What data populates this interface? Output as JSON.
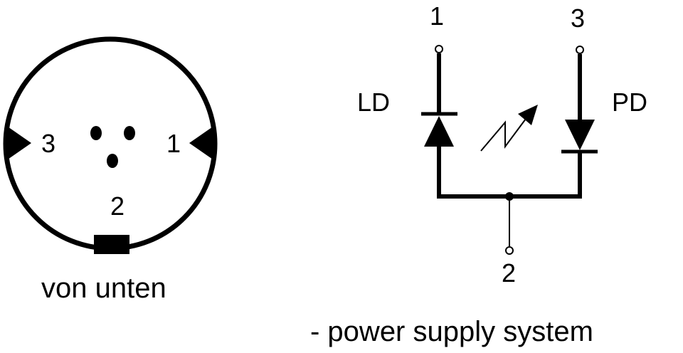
{
  "connector": {
    "pin_left_label": "3",
    "pin_right_label": "1",
    "pin_bottom_label": "2",
    "caption": "von unten"
  },
  "schematic": {
    "pin_1_label": "1",
    "pin_3_label": "3",
    "pin_2_label": "2",
    "ld_label": "LD",
    "pd_label": "PD",
    "caption": "- power supply system"
  }
}
